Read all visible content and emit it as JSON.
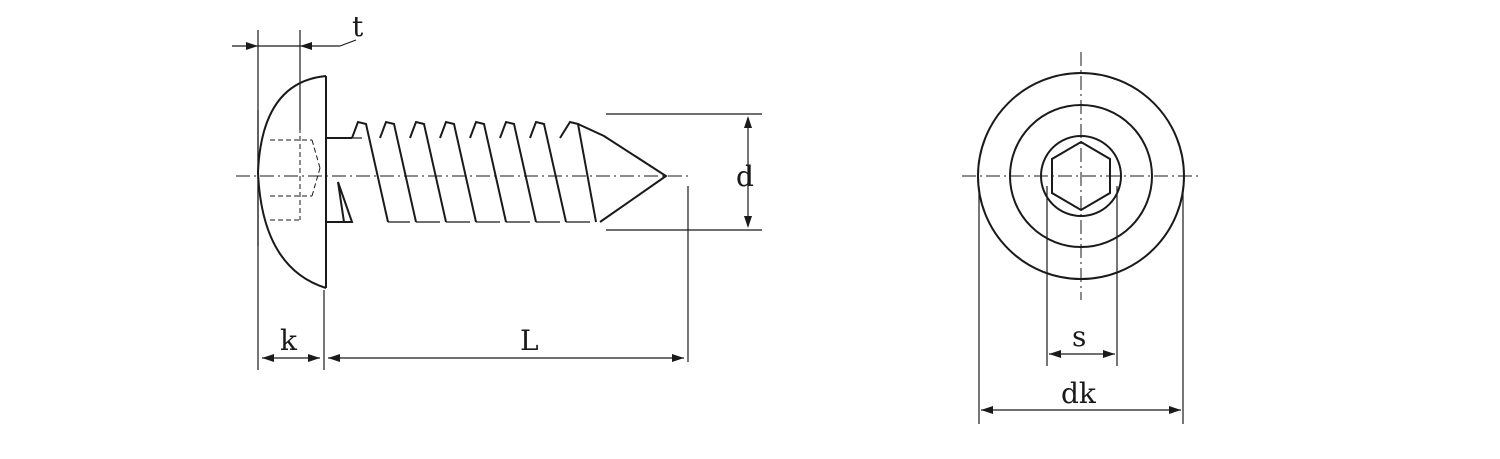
{
  "diagram": {
    "labels": {
      "t": "t",
      "k": "k",
      "L": "L",
      "d": "d",
      "s": "s",
      "dk": "dk"
    },
    "line_color": "#1a1a1a",
    "background": "#ffffff"
  }
}
